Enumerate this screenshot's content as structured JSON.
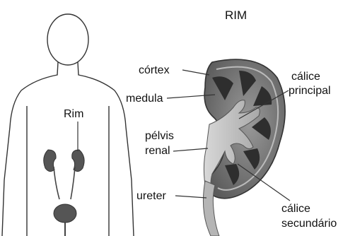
{
  "title": "RIM",
  "labels": {
    "body_kidney": "Rim",
    "cortex": "córtex",
    "medulla": "medula",
    "pelvis_line1": "pélvis",
    "pelvis_line2": "renal",
    "ureter": "ureter",
    "major_calyx_line1": "cálice",
    "major_calyx_line2": "principal",
    "minor_calyx_line1": "cálice",
    "minor_calyx_line2": "secundário"
  },
  "colors": {
    "label_text": "#111111",
    "outline": "#333333",
    "kidney_dark": "#3a3a3a",
    "kidney_mid": "#8a8a8a",
    "kidney_light": "#cfcfcf"
  }
}
